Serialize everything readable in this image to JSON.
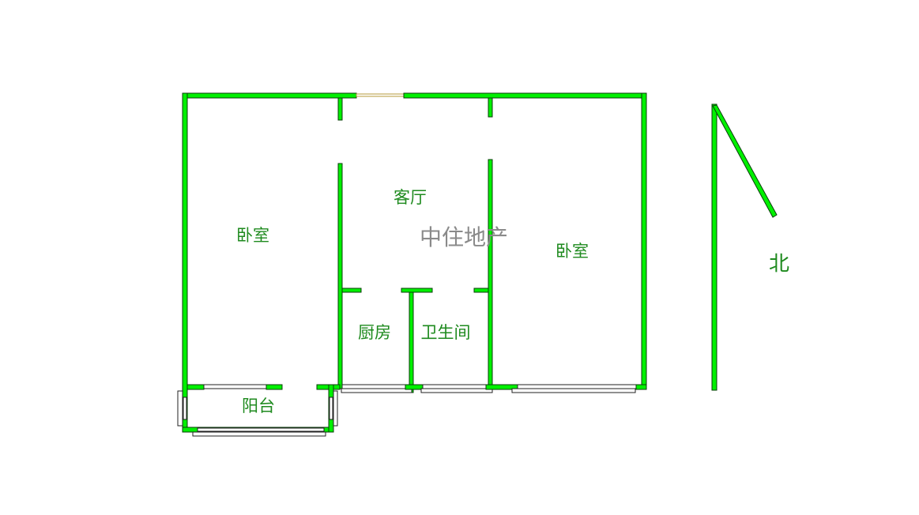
{
  "rooms": {
    "bedroom_left": "卧室",
    "living_room": "客厅",
    "bedroom_right": "卧室",
    "kitchen": "厨房",
    "bathroom": "卫生间",
    "balcony": "阳台"
  },
  "watermark": "中住地产",
  "compass": {
    "label": "北"
  },
  "colors": {
    "wall": "#00f000",
    "label": "#1e8a1e",
    "watermark": "#8a8a8a"
  }
}
